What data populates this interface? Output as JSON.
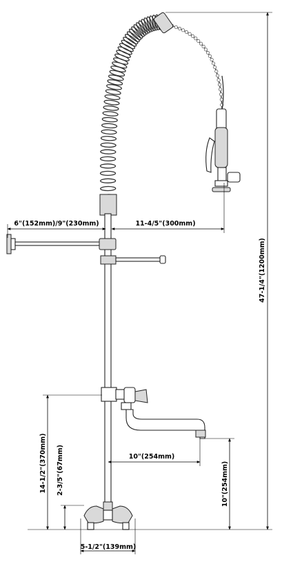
{
  "dimensions": {
    "overall_height": "47-1/4\"(1200mm)",
    "spout_reach": "11-4/5\"(300mm)",
    "wall_bracket": "6\"(152mm)/9\"(230mm)",
    "tap_height": "14-1/2\"(370mm)",
    "deck_to_inlet": "2-3/5\"(67mm)",
    "faucet_reach": "10\"(254mm)",
    "faucet_clearance": "10\"(254mm)",
    "base_width": "5-1/2\"(139mm)"
  }
}
